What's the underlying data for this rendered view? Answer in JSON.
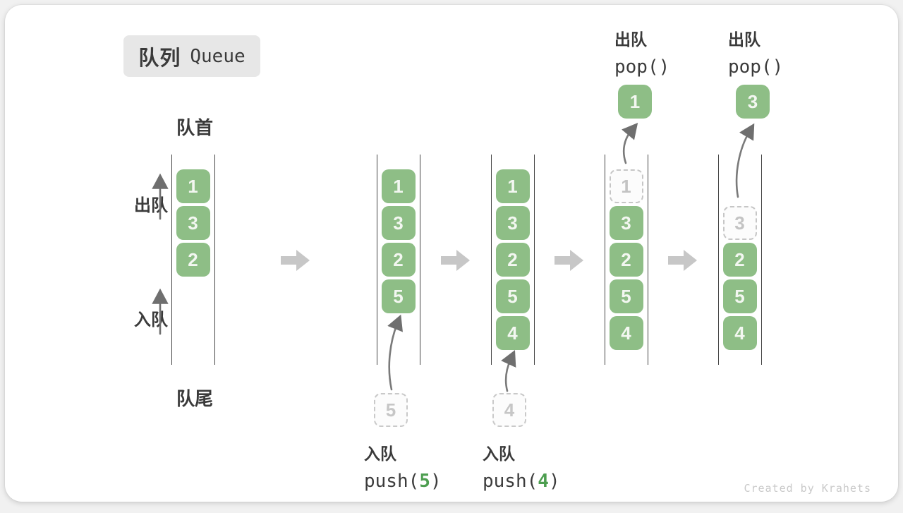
{
  "title": {
    "zh": "队列",
    "en": "Queue"
  },
  "side_labels": {
    "front": "队首",
    "rear": "队尾",
    "dequeue": "出队",
    "enqueue": "入队"
  },
  "states": [
    {
      "items": [
        {
          "slot": 0,
          "value": "1",
          "style": "solid"
        },
        {
          "slot": 1,
          "value": "3",
          "style": "solid"
        },
        {
          "slot": 2,
          "value": "2",
          "style": "solid"
        }
      ]
    },
    {
      "items": [
        {
          "slot": 0,
          "value": "1",
          "style": "solid"
        },
        {
          "slot": 1,
          "value": "3",
          "style": "solid"
        },
        {
          "slot": 2,
          "value": "2",
          "style": "solid"
        },
        {
          "slot": 3,
          "value": "5",
          "style": "solid"
        }
      ],
      "incoming": {
        "value": "5"
      }
    },
    {
      "items": [
        {
          "slot": 0,
          "value": "1",
          "style": "solid"
        },
        {
          "slot": 1,
          "value": "3",
          "style": "solid"
        },
        {
          "slot": 2,
          "value": "2",
          "style": "solid"
        },
        {
          "slot": 3,
          "value": "5",
          "style": "solid"
        },
        {
          "slot": 4,
          "value": "4",
          "style": "solid"
        }
      ],
      "incoming": {
        "value": "4"
      }
    },
    {
      "items": [
        {
          "slot": 0,
          "value": "1",
          "style": "ghost"
        },
        {
          "slot": 1,
          "value": "3",
          "style": "solid"
        },
        {
          "slot": 2,
          "value": "2",
          "style": "solid"
        },
        {
          "slot": 3,
          "value": "5",
          "style": "solid"
        },
        {
          "slot": 4,
          "value": "4",
          "style": "solid"
        }
      ],
      "popped": {
        "value": "1"
      }
    },
    {
      "items": [
        {
          "slot": 1,
          "value": "3",
          "style": "ghost"
        },
        {
          "slot": 2,
          "value": "2",
          "style": "solid"
        },
        {
          "slot": 3,
          "value": "5",
          "style": "solid"
        },
        {
          "slot": 4,
          "value": "4",
          "style": "solid"
        }
      ],
      "popped": {
        "value": "3"
      }
    }
  ],
  "operations": {
    "push5": {
      "label": "入队",
      "code_pre": "push(",
      "arg": "5",
      "code_post": ")"
    },
    "push4": {
      "label": "入队",
      "code_pre": "push(",
      "arg": "4",
      "code_post": ")"
    },
    "pop1": {
      "label": "出队",
      "code": "pop()"
    },
    "pop2": {
      "label": "出队",
      "code": "pop()"
    }
  },
  "watermark": "Created by Krahets",
  "colors": {
    "box_green": "#8ebe86",
    "code_arg_green": "#4d9e50",
    "ghost_gray": "#c6c6c6",
    "thin_arrow_gray": "#777777",
    "big_arrow_gray": "#c7c7c7",
    "text_dark": "#3a3a3a",
    "badge_bg": "#e7e7e7"
  }
}
